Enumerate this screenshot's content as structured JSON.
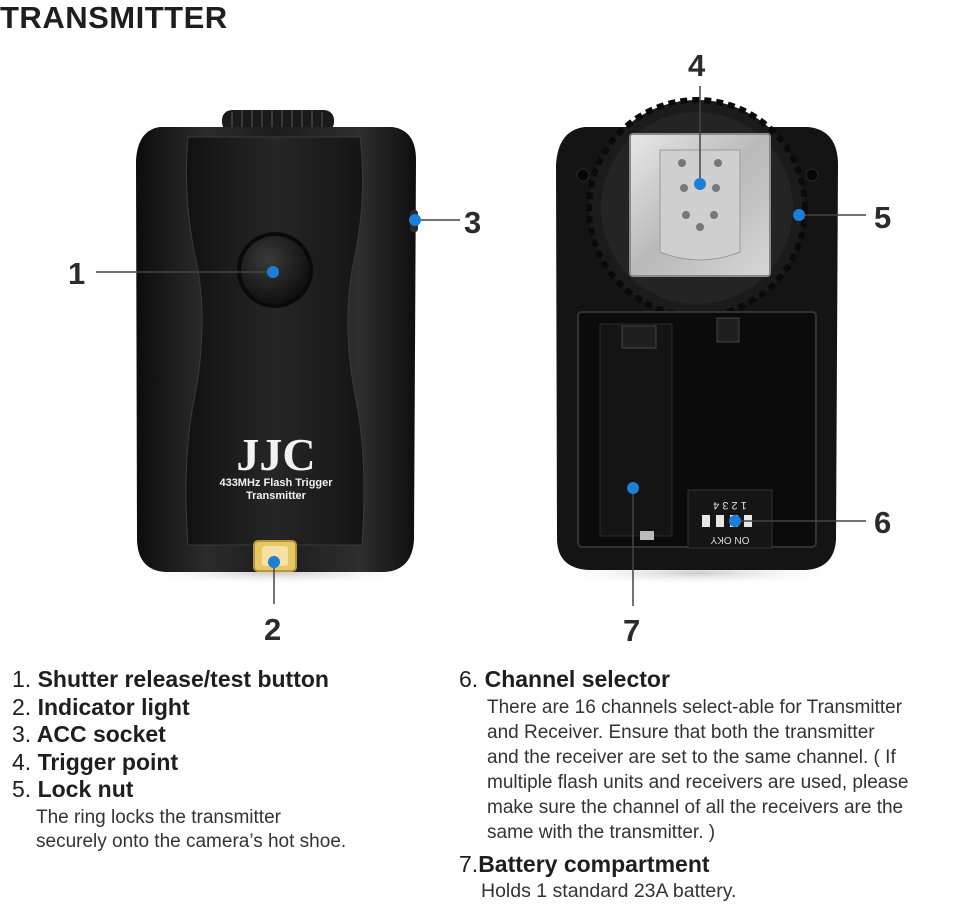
{
  "title": "TRANSMITTER",
  "device_front": {
    "brand": "JJC",
    "model_line1": "433MHz Flash Trigger",
    "model_line2": "Transmitter"
  },
  "device_back": {
    "dip_numbers": "1 2 3 4",
    "dip_labels": "ON   OKY"
  },
  "callouts": [
    "1",
    "2",
    "3",
    "4",
    "5",
    "6",
    "7"
  ],
  "legend": {
    "items": [
      {
        "num": "1.",
        "label": "Shutter release/test button"
      },
      {
        "num": "2.",
        "label": "Indicator light"
      },
      {
        "num": "3.",
        "label": "ACC socket"
      },
      {
        "num": "4.",
        "label": "Trigger point"
      },
      {
        "num": "5.",
        "label": "Lock nut"
      }
    ],
    "item5_desc_line1": "The ring locks the transmitter",
    "item5_desc_line2": "securely onto the camera’s hot shoe.",
    "item6": {
      "num": "6.",
      "label": "Channel selector"
    },
    "item6_desc_lines": [
      "There are 16 channels select-able for Transmitter",
      "and Receiver. Ensure that both the transmitter",
      "and the receiver are set to the same channel. ( If",
      "multiple flash units and receivers are used, please",
      "make sure the channel of all the receivers are the",
      "same with the transmitter. )"
    ],
    "item7": {
      "num": "7.",
      "label": "Battery compartment"
    },
    "item7_desc": "Holds 1 standard 23A battery."
  },
  "colors": {
    "marker_blue": "#1a7fd6",
    "device_black": "#151515",
    "text_dark": "#1e1e1e"
  }
}
